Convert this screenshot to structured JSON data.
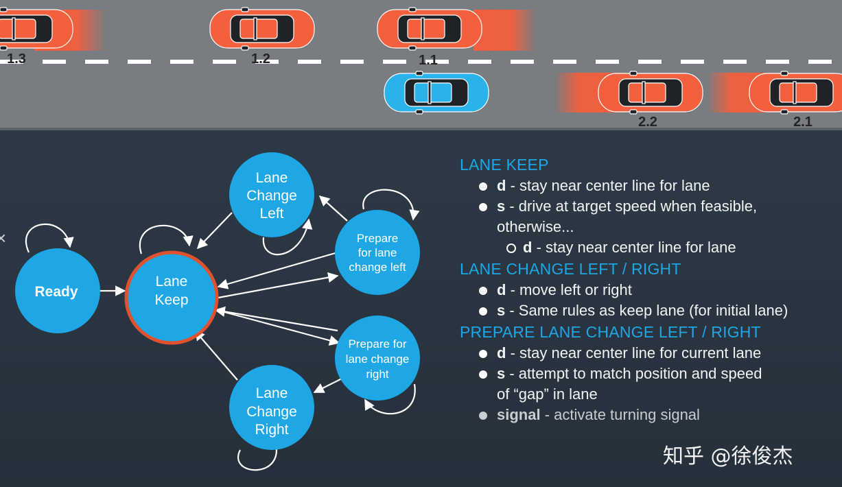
{
  "colors": {
    "road": "#797c80",
    "background": "#2b3440",
    "accent": "#1ea7e4",
    "node": "#1ea7e4",
    "active_ring": "#e0522f",
    "ego_car": "#2ab3ea",
    "other_car": "#f2603d"
  },
  "road": {
    "car_labels": [
      "1.3",
      "1.2",
      "1.1",
      "2.2",
      "2.1"
    ]
  },
  "state_machine": {
    "nodes": {
      "ready": "Ready",
      "lane_keep": [
        "Lane",
        "Keep"
      ],
      "lcl": [
        "Lane",
        "Change",
        "Left"
      ],
      "lcr": [
        "Lane",
        "Change",
        "Right"
      ],
      "plcl": [
        "Prepare",
        "for lane",
        "change left"
      ],
      "plcr": [
        "Prepare for",
        "lane change",
        "right"
      ]
    },
    "active_state": "lane_keep"
  },
  "sections": [
    {
      "title": "LANE KEEP",
      "bullets": [
        {
          "key": "d",
          "text": " - stay near center line for lane"
        },
        {
          "key": "s",
          "text": " - drive at target speed when feasible,",
          "cont": "otherwise..."
        },
        {
          "key": "d",
          "text": " - stay near center line for lane",
          "sub": true
        }
      ]
    },
    {
      "title": "LANE CHANGE LEFT / RIGHT",
      "bullets": [
        {
          "key": "d",
          "text": " - move left or right"
        },
        {
          "key": "s",
          "text": " - Same rules as keep lane (for initial lane)"
        }
      ]
    },
    {
      "title": "PREPARE LANE CHANGE LEFT / RIGHT",
      "bullets": [
        {
          "key": "d",
          "text": " - stay near center line for current lane"
        },
        {
          "key": "s",
          "text": " - attempt to match position and speed",
          "cont": "of “gap” in lane"
        },
        {
          "key": "signal",
          "text": " - activate turning signal",
          "faded": true
        }
      ]
    }
  ],
  "watermark": "知乎 @徐俊杰",
  "edge_glyph": "×"
}
